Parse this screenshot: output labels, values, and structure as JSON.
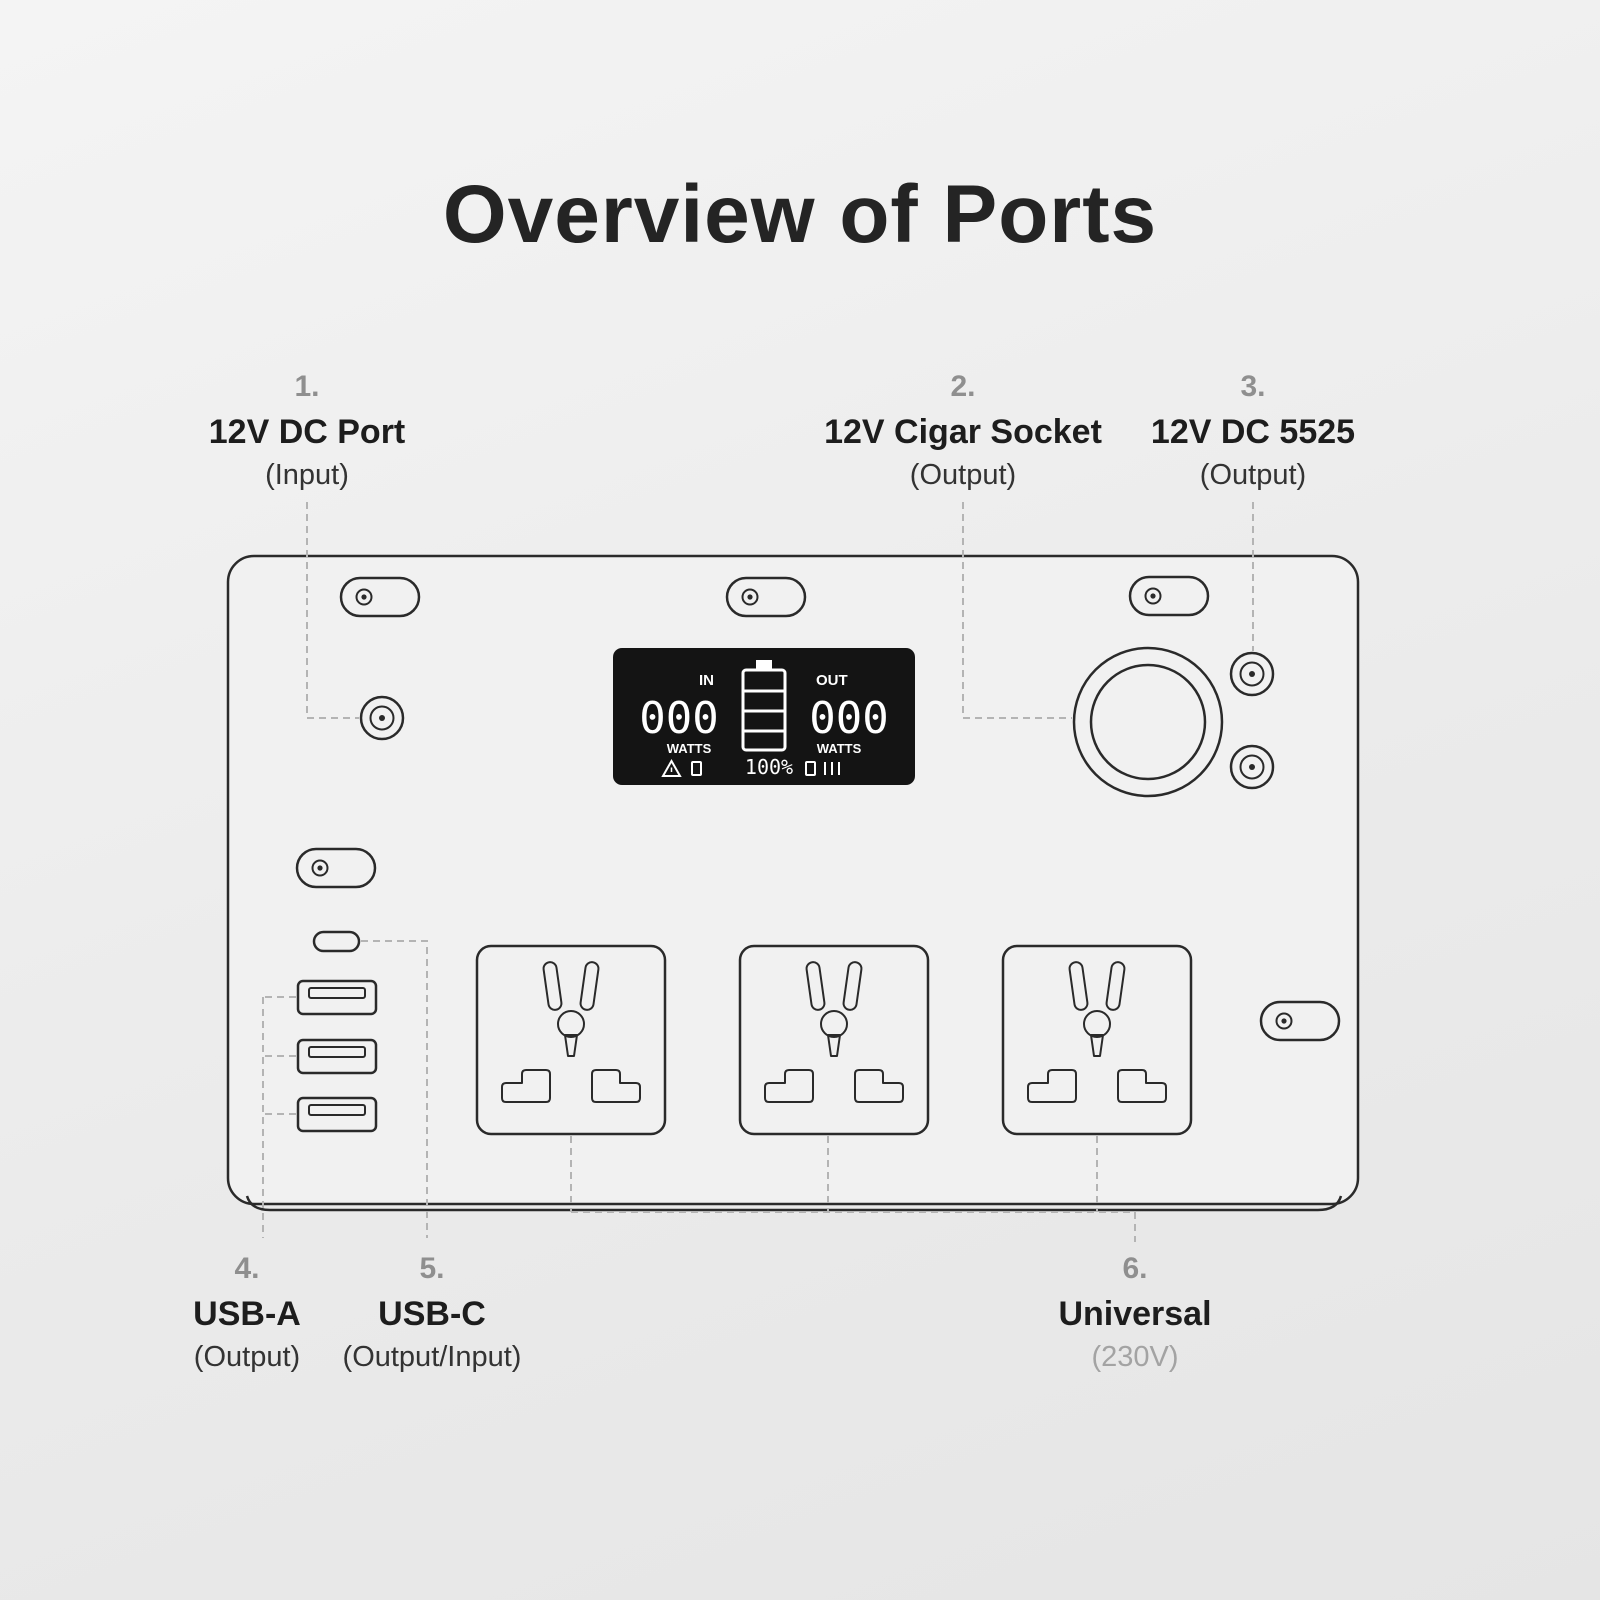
{
  "page": {
    "title": "Overview of Ports"
  },
  "labels": {
    "dc_port": {
      "number": "1.",
      "name": "12V DC Port",
      "sub": "(Input)"
    },
    "cigar_socket": {
      "number": "2.",
      "name": "12V Cigar Socket",
      "sub": "(Output)"
    },
    "dc_5525": {
      "number": "3.",
      "name": "12V DC 5525",
      "sub": "(Output)"
    },
    "usb_a": {
      "number": "4.",
      "name": "USB-A",
      "sub": "(Output)"
    },
    "usb_c": {
      "number": "5.",
      "name": "USB-C",
      "sub": "(Output/Input)"
    },
    "universal": {
      "number": "6.",
      "name": "Universal",
      "sub": "(230V)"
    }
  },
  "lcd": {
    "in_label": "IN",
    "in_value": "000",
    "in_unit": "WATTS",
    "out_label": "OUT",
    "out_value": "000",
    "out_unit": "WATTS",
    "battery_percent": "100%"
  },
  "colors": {
    "background": "#ececec",
    "line": "#2a2a2a",
    "dashed_line": "#b4b4b4",
    "lcd_background": "#141414",
    "lcd_text": "#ffffff",
    "number_text": "#8f8f8f",
    "label_text": "#1d1d1d",
    "muted_text": "#a3a3a3"
  }
}
